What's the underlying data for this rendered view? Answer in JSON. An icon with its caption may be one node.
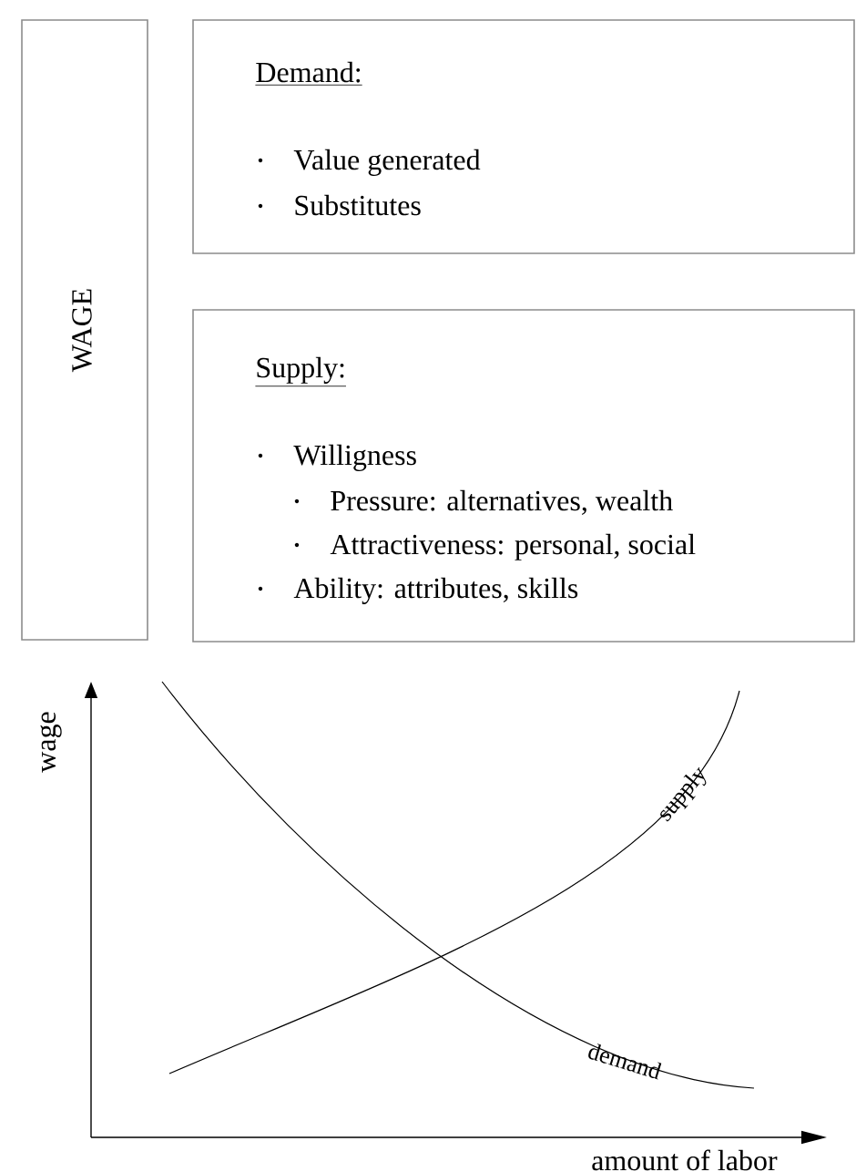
{
  "diagram": {
    "nodes": [
      {
        "text": [
          "WAGE"
        ]
      },
      {
        "text": [
          "Demand:",
          "Value generated",
          "Substitutes"
        ]
      },
      {
        "text": [
          "Supply:",
          "Willigness",
          "Pressure: alternatives, wealth",
          "Attractiveness: personal, social",
          "Ability: attributes, skills"
        ]
      }
    ],
    "labels": [
      "wage",
      "supply",
      "demand",
      "amount of labor"
    ]
  }
}
